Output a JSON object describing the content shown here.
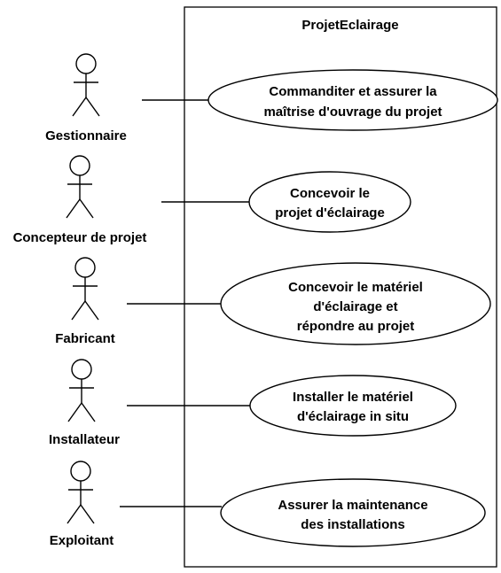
{
  "system": {
    "name": "ProjetEclairage"
  },
  "actors": [
    {
      "id": "gestionnaire",
      "label": "Gestionnaire"
    },
    {
      "id": "concepteur",
      "label": "Concepteur de projet"
    },
    {
      "id": "fabricant",
      "label": "Fabricant"
    },
    {
      "id": "installateur",
      "label": "Installateur"
    },
    {
      "id": "exploitant",
      "label": "Exploitant"
    }
  ],
  "use_cases": [
    {
      "id": "uc-commanditer",
      "lines": [
        "Commanditer et assurer la",
        "maîtrise d'ouvrage du projet"
      ]
    },
    {
      "id": "uc-concevoir-projet",
      "lines": [
        "Concevoir le",
        "projet d'éclairage"
      ]
    },
    {
      "id": "uc-concevoir-materiel",
      "lines": [
        "Concevoir le matériel",
        "d'éclairage et",
        "répondre au projet"
      ]
    },
    {
      "id": "uc-installer",
      "lines": [
        "Installer le matériel",
        "d'éclairage in situ"
      ]
    },
    {
      "id": "uc-maintenance",
      "lines": [
        "Assurer la maintenance",
        "des installations"
      ]
    }
  ],
  "associations": [
    {
      "actor": "gestionnaire",
      "use_case": "uc-commanditer"
    },
    {
      "actor": "concepteur",
      "use_case": "uc-concevoir-projet"
    },
    {
      "actor": "fabricant",
      "use_case": "uc-concevoir-materiel"
    },
    {
      "actor": "installateur",
      "use_case": "uc-installer"
    },
    {
      "actor": "exploitant",
      "use_case": "uc-maintenance"
    }
  ]
}
